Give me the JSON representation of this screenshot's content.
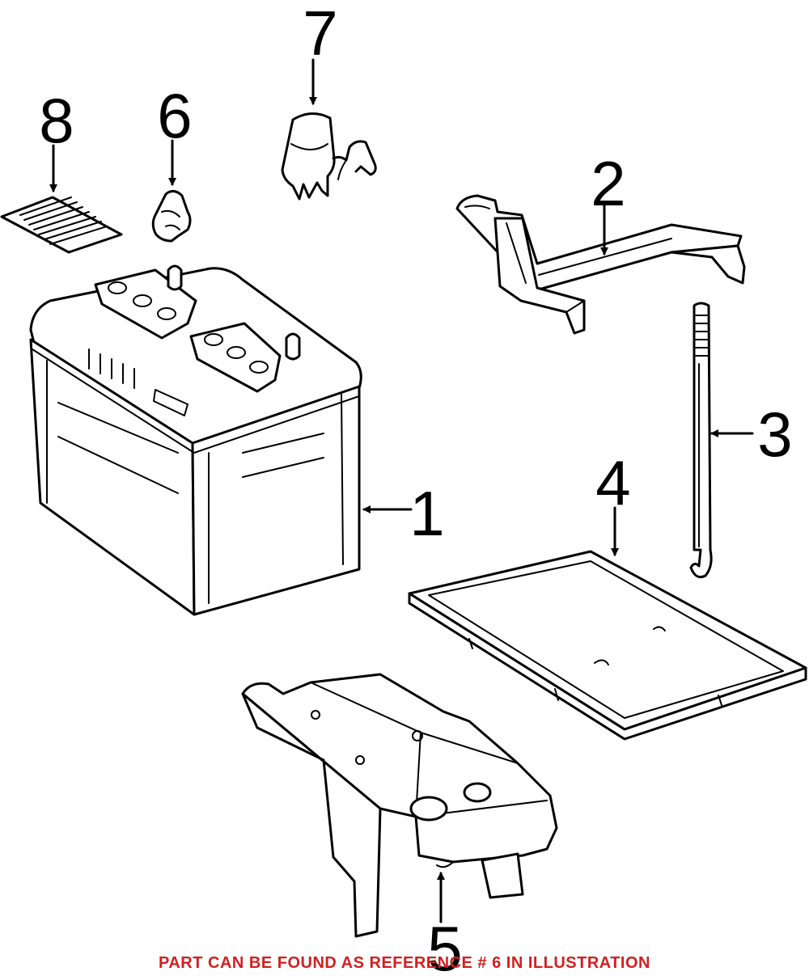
{
  "callouts": [
    {
      "num": "1",
      "part": "battery"
    },
    {
      "num": "2",
      "part": "hold-down-clamp"
    },
    {
      "num": "3",
      "part": "hold-down-bolt"
    },
    {
      "num": "4",
      "part": "battery-tray"
    },
    {
      "num": "5",
      "part": "battery-carrier"
    },
    {
      "num": "6",
      "part": "terminal-clip"
    },
    {
      "num": "7",
      "part": "terminal-cover"
    },
    {
      "num": "8",
      "part": "caution-label"
    }
  ],
  "footer": {
    "note": "PART CAN BE FOUND AS REFERENCE # 6 IN ILLUSTRATION",
    "color": "#d02020"
  }
}
